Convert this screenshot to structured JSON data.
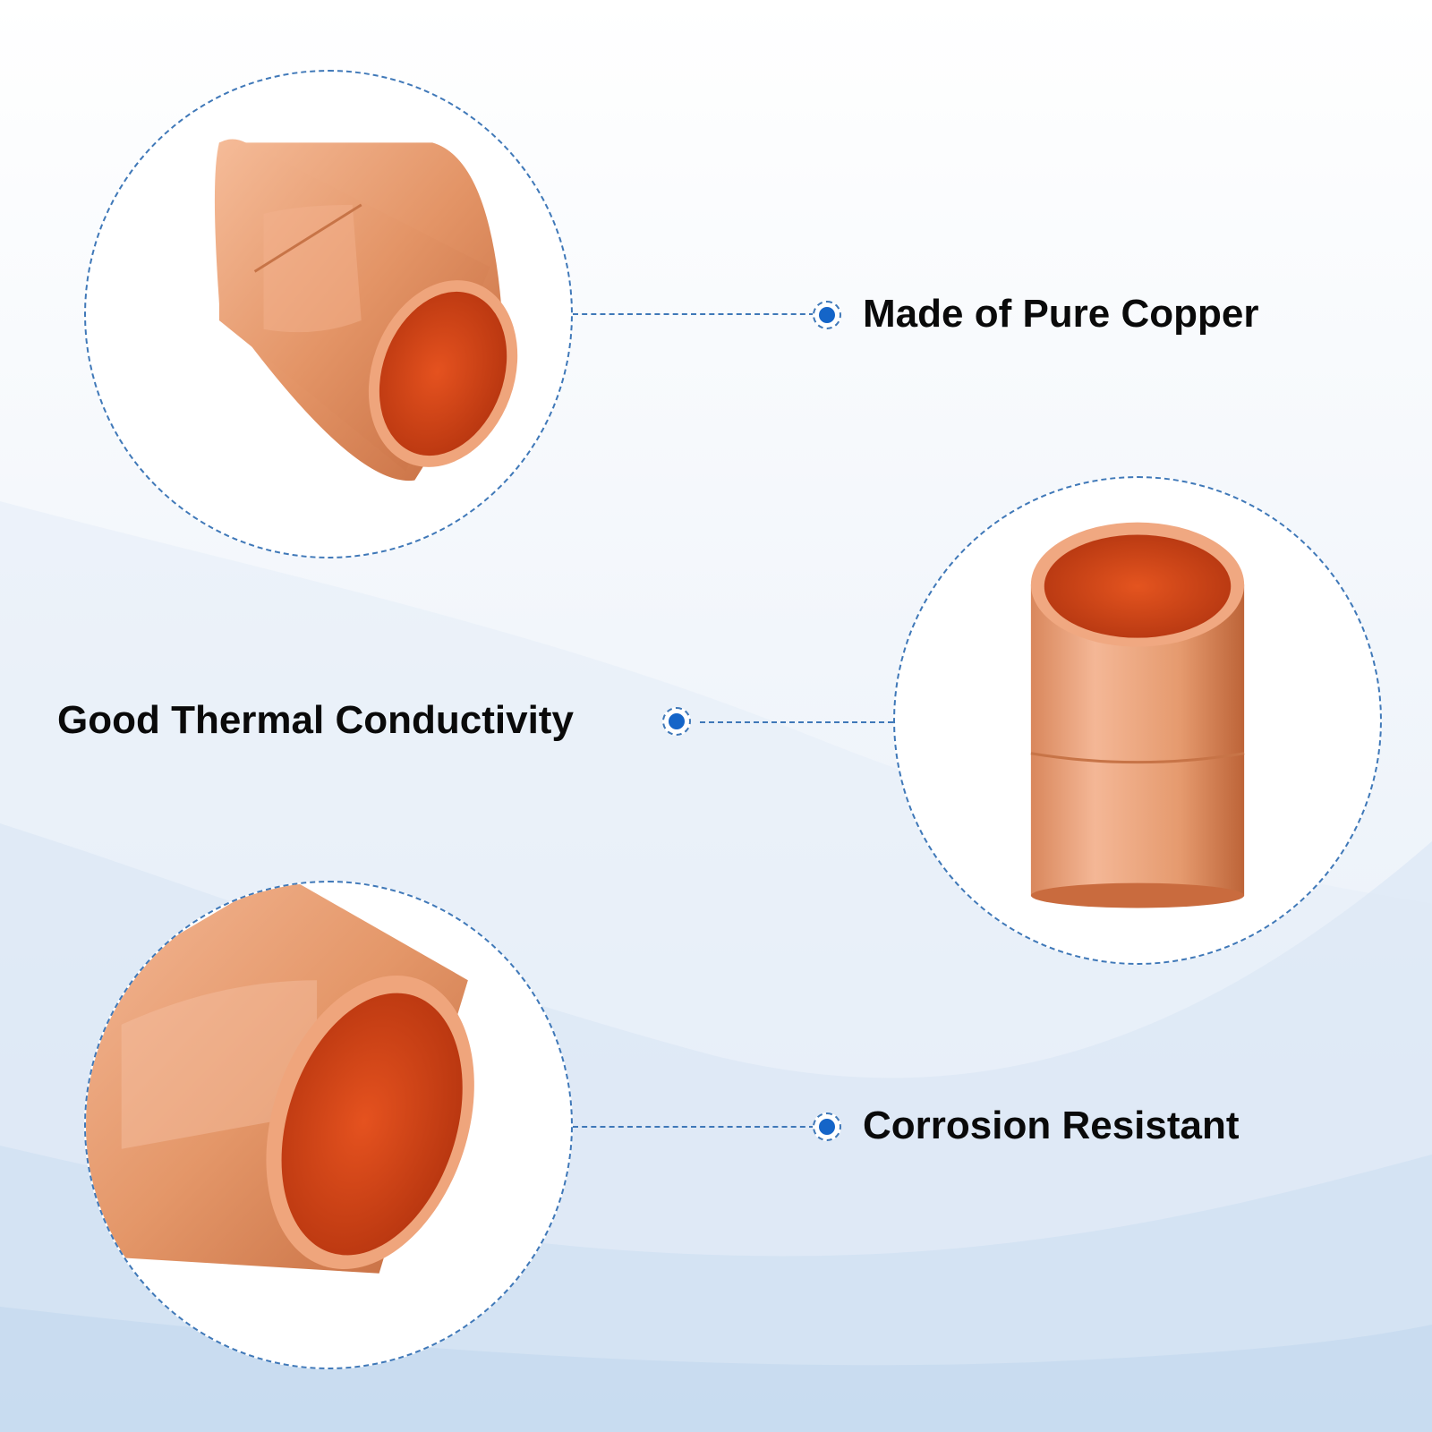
{
  "features": [
    {
      "label": "Made of Pure Copper"
    },
    {
      "label": "Good Thermal Conductivity"
    },
    {
      "label": "Corrosion Resistant"
    }
  ],
  "colors": {
    "accent": "#1565c8",
    "dashed_line": "#3f78b8",
    "copper_light": "#f3b08a",
    "copper_mid": "#e08a5c",
    "copper_dark": "#b8582e",
    "copper_inner": "#d9461a",
    "text": "#0a0a0a"
  },
  "icons": [
    "dot-marker-icon"
  ]
}
